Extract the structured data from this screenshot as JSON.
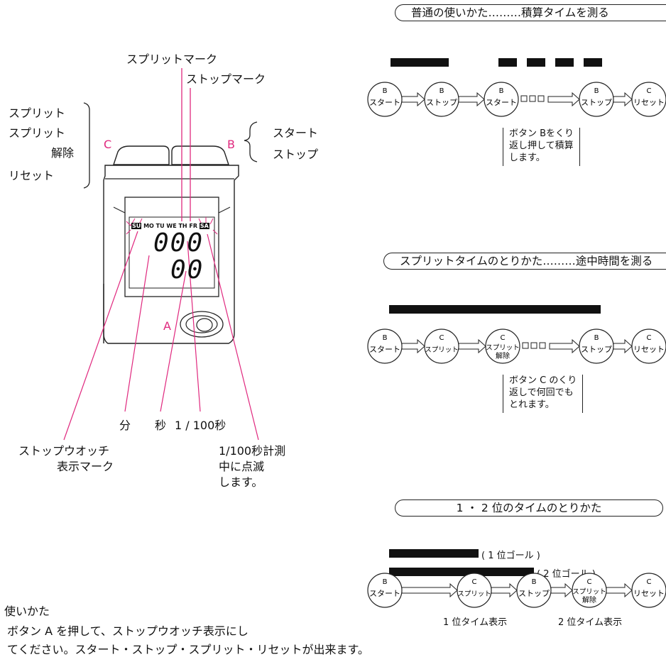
{
  "watch_diagram": {
    "split_mark": "スプリットマーク",
    "stop_mark": "ストップマーク",
    "left_labels": [
      "スプリット",
      "スプリット",
      "解除",
      "リセット"
    ],
    "right_labels": [
      "スタート",
      "ストップ"
    ],
    "button_c": "C",
    "button_b": "B",
    "button_a": "A",
    "day_labels": [
      "SU",
      "MO",
      "TU",
      "WE",
      "TH",
      "FR",
      "SA"
    ],
    "lcd_top_digits": "000",
    "lcd_bottom_digits": "00",
    "label_minute": "分",
    "label_second": "秒",
    "label_hundredth": "1 / 100秒",
    "stopwatch_mark_line1": "ストップウオッチ",
    "stopwatch_mark_line2": "表示マーク",
    "blink_note_line1": "1/100秒計測",
    "blink_note_line2": "中に点滅",
    "blink_note_line3": "します。"
  },
  "usage": {
    "heading": "使いかた",
    "line1": "ボタン A を押して、ストップウオッチ表示にし",
    "line2": "てください。スタート・ストップ・スプリット・リセットが出来ます。"
  },
  "sections": [
    {
      "title": "普通の使いかた………積算タイムを測る",
      "nodes": [
        {
          "key": "B",
          "label": "スタート"
        },
        {
          "key": "B",
          "label": "ストップ"
        },
        {
          "key": "B",
          "label": "スタート"
        },
        {
          "key": "B",
          "label": "ストップ"
        },
        {
          "key": "C",
          "label": "リセット"
        }
      ],
      "note": [
        "ボタン Bをくり",
        "返し押して積算",
        "します。"
      ]
    },
    {
      "title": "スプリットタイムのとりかた………途中時間を測る",
      "nodes": [
        {
          "key": "B",
          "label": "スタート"
        },
        {
          "key": "C",
          "label": "スプリット"
        },
        {
          "key": "C",
          "label": "スプリット",
          "label2": "解除"
        },
        {
          "key": "B",
          "label": "ストップ"
        },
        {
          "key": "C",
          "label": "リセット"
        }
      ],
      "note": [
        "ボタン C のくり",
        "返しで何回でも",
        "とれます。"
      ]
    },
    {
      "title": "1 ・ 2 位のタイムのとりかた",
      "bar1_label": "( 1 位ゴール )",
      "bar2_label": "( 2 位ゴール )",
      "nodes": [
        {
          "key": "B",
          "label": "スタート"
        },
        {
          "key": "C",
          "label": "スプリット"
        },
        {
          "key": "B",
          "label": "ストップ"
        },
        {
          "key": "C",
          "label": "スプリット",
          "label2": "解除"
        },
        {
          "key": "C",
          "label": "リセット"
        }
      ],
      "caption1": "1 位タイム表示",
      "caption2": "2 位タイム表示"
    }
  ],
  "colors": {
    "accent": "#e0287e",
    "ink": "#111111"
  }
}
